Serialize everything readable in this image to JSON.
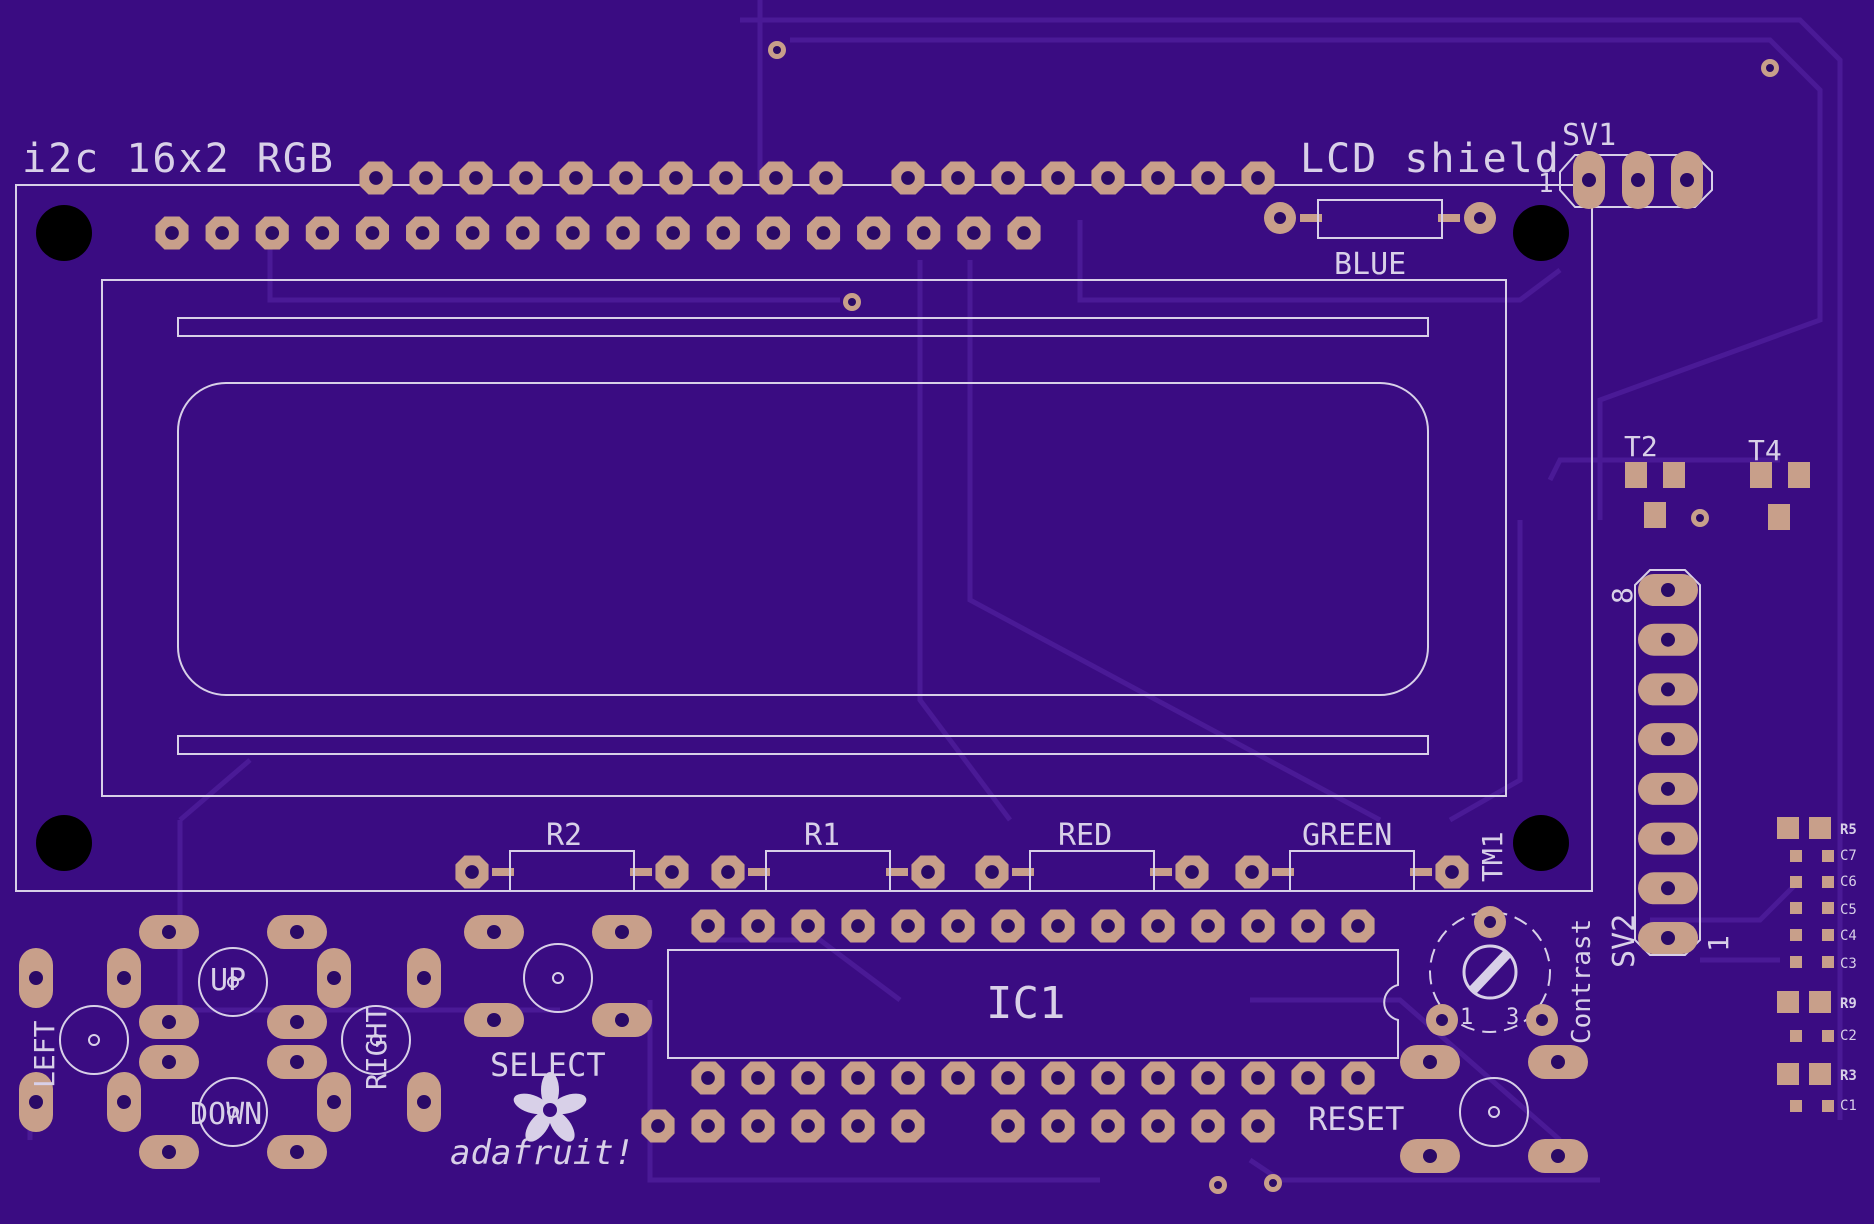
{
  "colors": {
    "board": "#3a0c82",
    "trace": "#4a1a96",
    "silk": "#d8d0e8",
    "copper": "#c89f8a",
    "hole": "#2a0a66",
    "mount": "#000000"
  },
  "labels": {
    "title_left": "i2c 16x2 RGB",
    "title_right": "LCD shield",
    "sv1": "SV1",
    "sv1_pin": "1",
    "blue": "BLUE",
    "t2": "T2",
    "t4": "T4",
    "sv2_pin8": "8",
    "sv2": "SV2",
    "sv2_pin1": "1",
    "r2": "R2",
    "r1": "R1",
    "red": "RED",
    "green": "GREEN",
    "tm1": "TM1",
    "r5": "R5",
    "c7": "C7",
    "c6": "C6",
    "c5": "C5",
    "c4": "C4",
    "c3": "C3",
    "r9": "R9",
    "c2": "C2",
    "r3": "R3",
    "c1": "C1",
    "up": "UP",
    "left": "LEFT",
    "right": "RIGHT",
    "down": "DOWN",
    "select": "SELECT",
    "ic1": "IC1",
    "contrast": "Contrast",
    "pot_pin1": "1",
    "pot_pin3": "3",
    "reset": "RESET",
    "brand": "adafruit!"
  },
  "icons": {
    "logo": "flower-logo-icon",
    "mount": "mounting-hole-icon",
    "pot": "trimpot-icon",
    "button": "tactile-button-icon"
  }
}
